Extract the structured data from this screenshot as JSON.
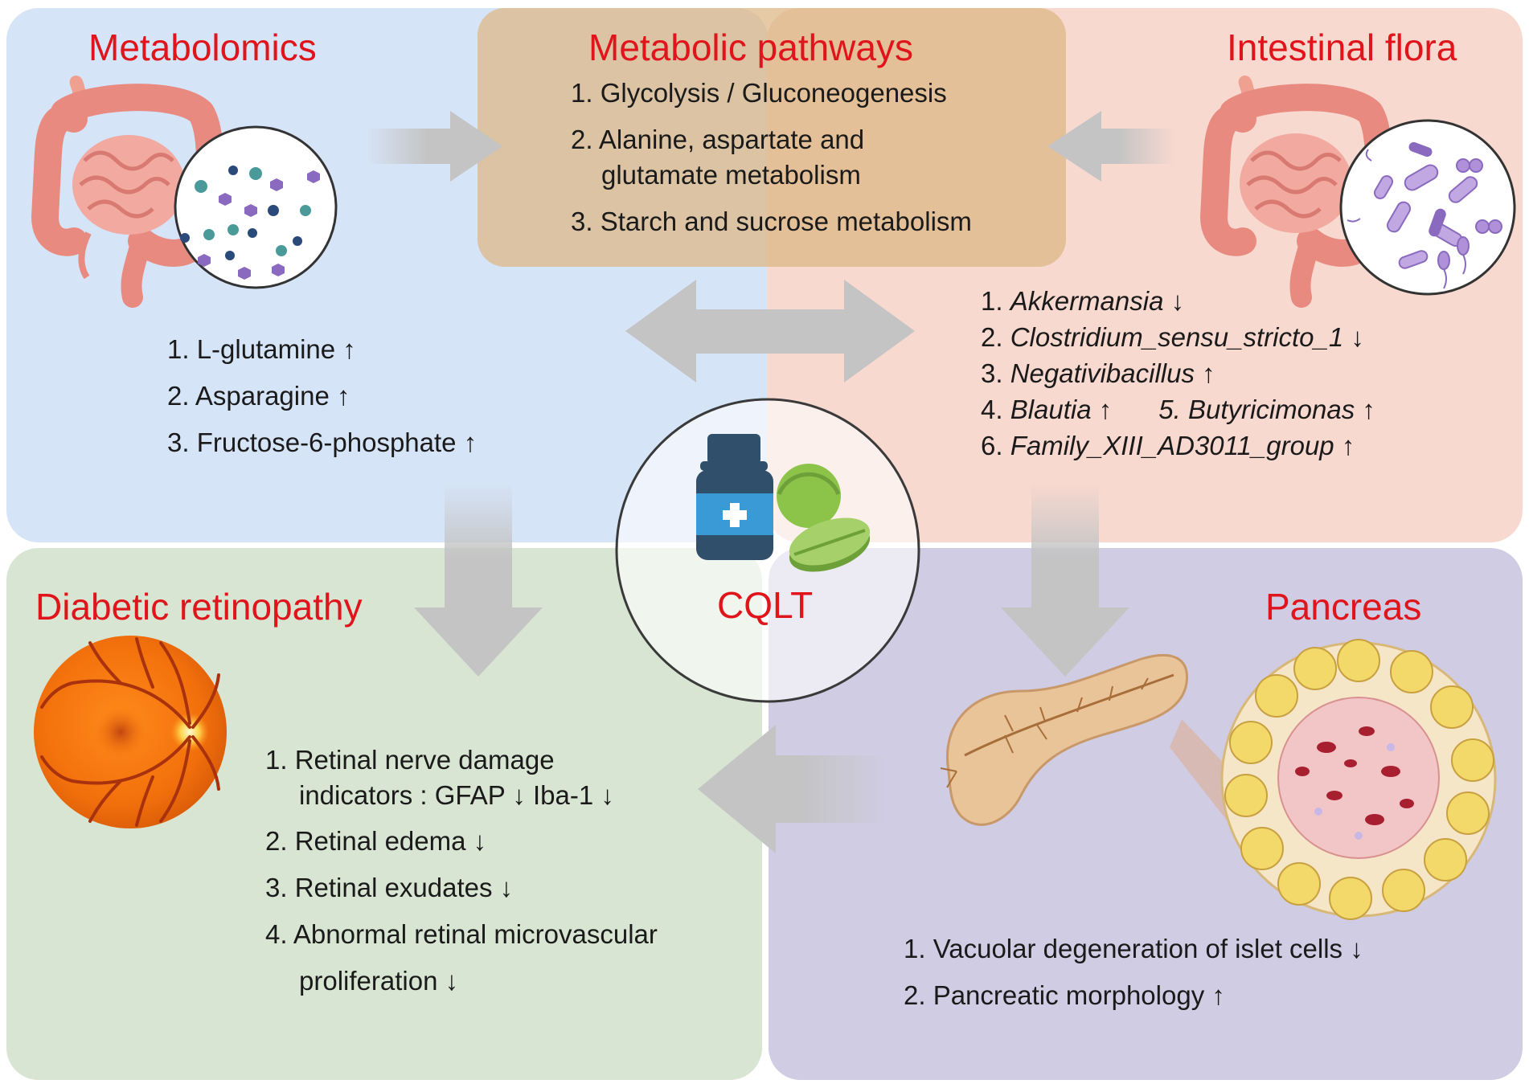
{
  "center": {
    "label": "CQLT"
  },
  "metabolomics": {
    "title": "Metabolomics",
    "items": [
      "1. L-glutamine ↑",
      "2. Asparagine ↑",
      "3. Fructose-6-phosphate ↑"
    ]
  },
  "pathways": {
    "title": "Metabolic pathways",
    "items": [
      {
        "num": "1.",
        "text": "Glycolysis / Gluconeogenesis"
      },
      {
        "num": "2.",
        "text": "Alanine, aspartate and",
        "cont": "glutamate metabolism"
      },
      {
        "num": "3.",
        "text": "Starch and sucrose metabolism"
      }
    ]
  },
  "flora": {
    "title": "Intestinal flora",
    "items": [
      {
        "num": "1.",
        "name": "Akkermansia",
        "arrow": "↓"
      },
      {
        "num": "2.",
        "name": "Clostridium_sensu_stricto_1",
        "arrow": "↓"
      },
      {
        "num": "3.",
        "name": "Negativibacillus",
        "arrow": "↑"
      },
      {
        "num": "4.",
        "name": "Blautia",
        "arrow": "↑",
        "num2": "5.",
        "name2": "Butyricimonas",
        "arrow2": "↑"
      },
      {
        "num": "6.",
        "name": "Family_XIII_AD3011_group",
        "arrow": "↑"
      }
    ]
  },
  "retinopathy": {
    "title": "Diabetic retinopathy",
    "items": [
      {
        "text": "1. Retinal nerve damage",
        "cont": "indicators :  GFAP ↓   Iba-1 ↓"
      },
      {
        "text": "2. Retinal edema ↓"
      },
      {
        "text": "3. Retinal exudates ↓"
      },
      {
        "text": "4. Abnormal retinal microvascular",
        "cont": "proliferation ↓"
      }
    ]
  },
  "pancreas": {
    "title": "Pancreas",
    "items": [
      "1. Vacuolar degeneration of islet cells ↓",
      "2. Pancreatic morphology ↑"
    ]
  },
  "colors": {
    "metabolomics_bg": "#d6e4f8",
    "flora_bg": "#f8d9d0",
    "retinopathy_bg": "#d9e5d3",
    "pancreas_bg": "#d0cce4",
    "pathways_bg": "#e5c8a6",
    "title_red": "#e0141b",
    "arrow_gray": "#c4c4c4"
  }
}
